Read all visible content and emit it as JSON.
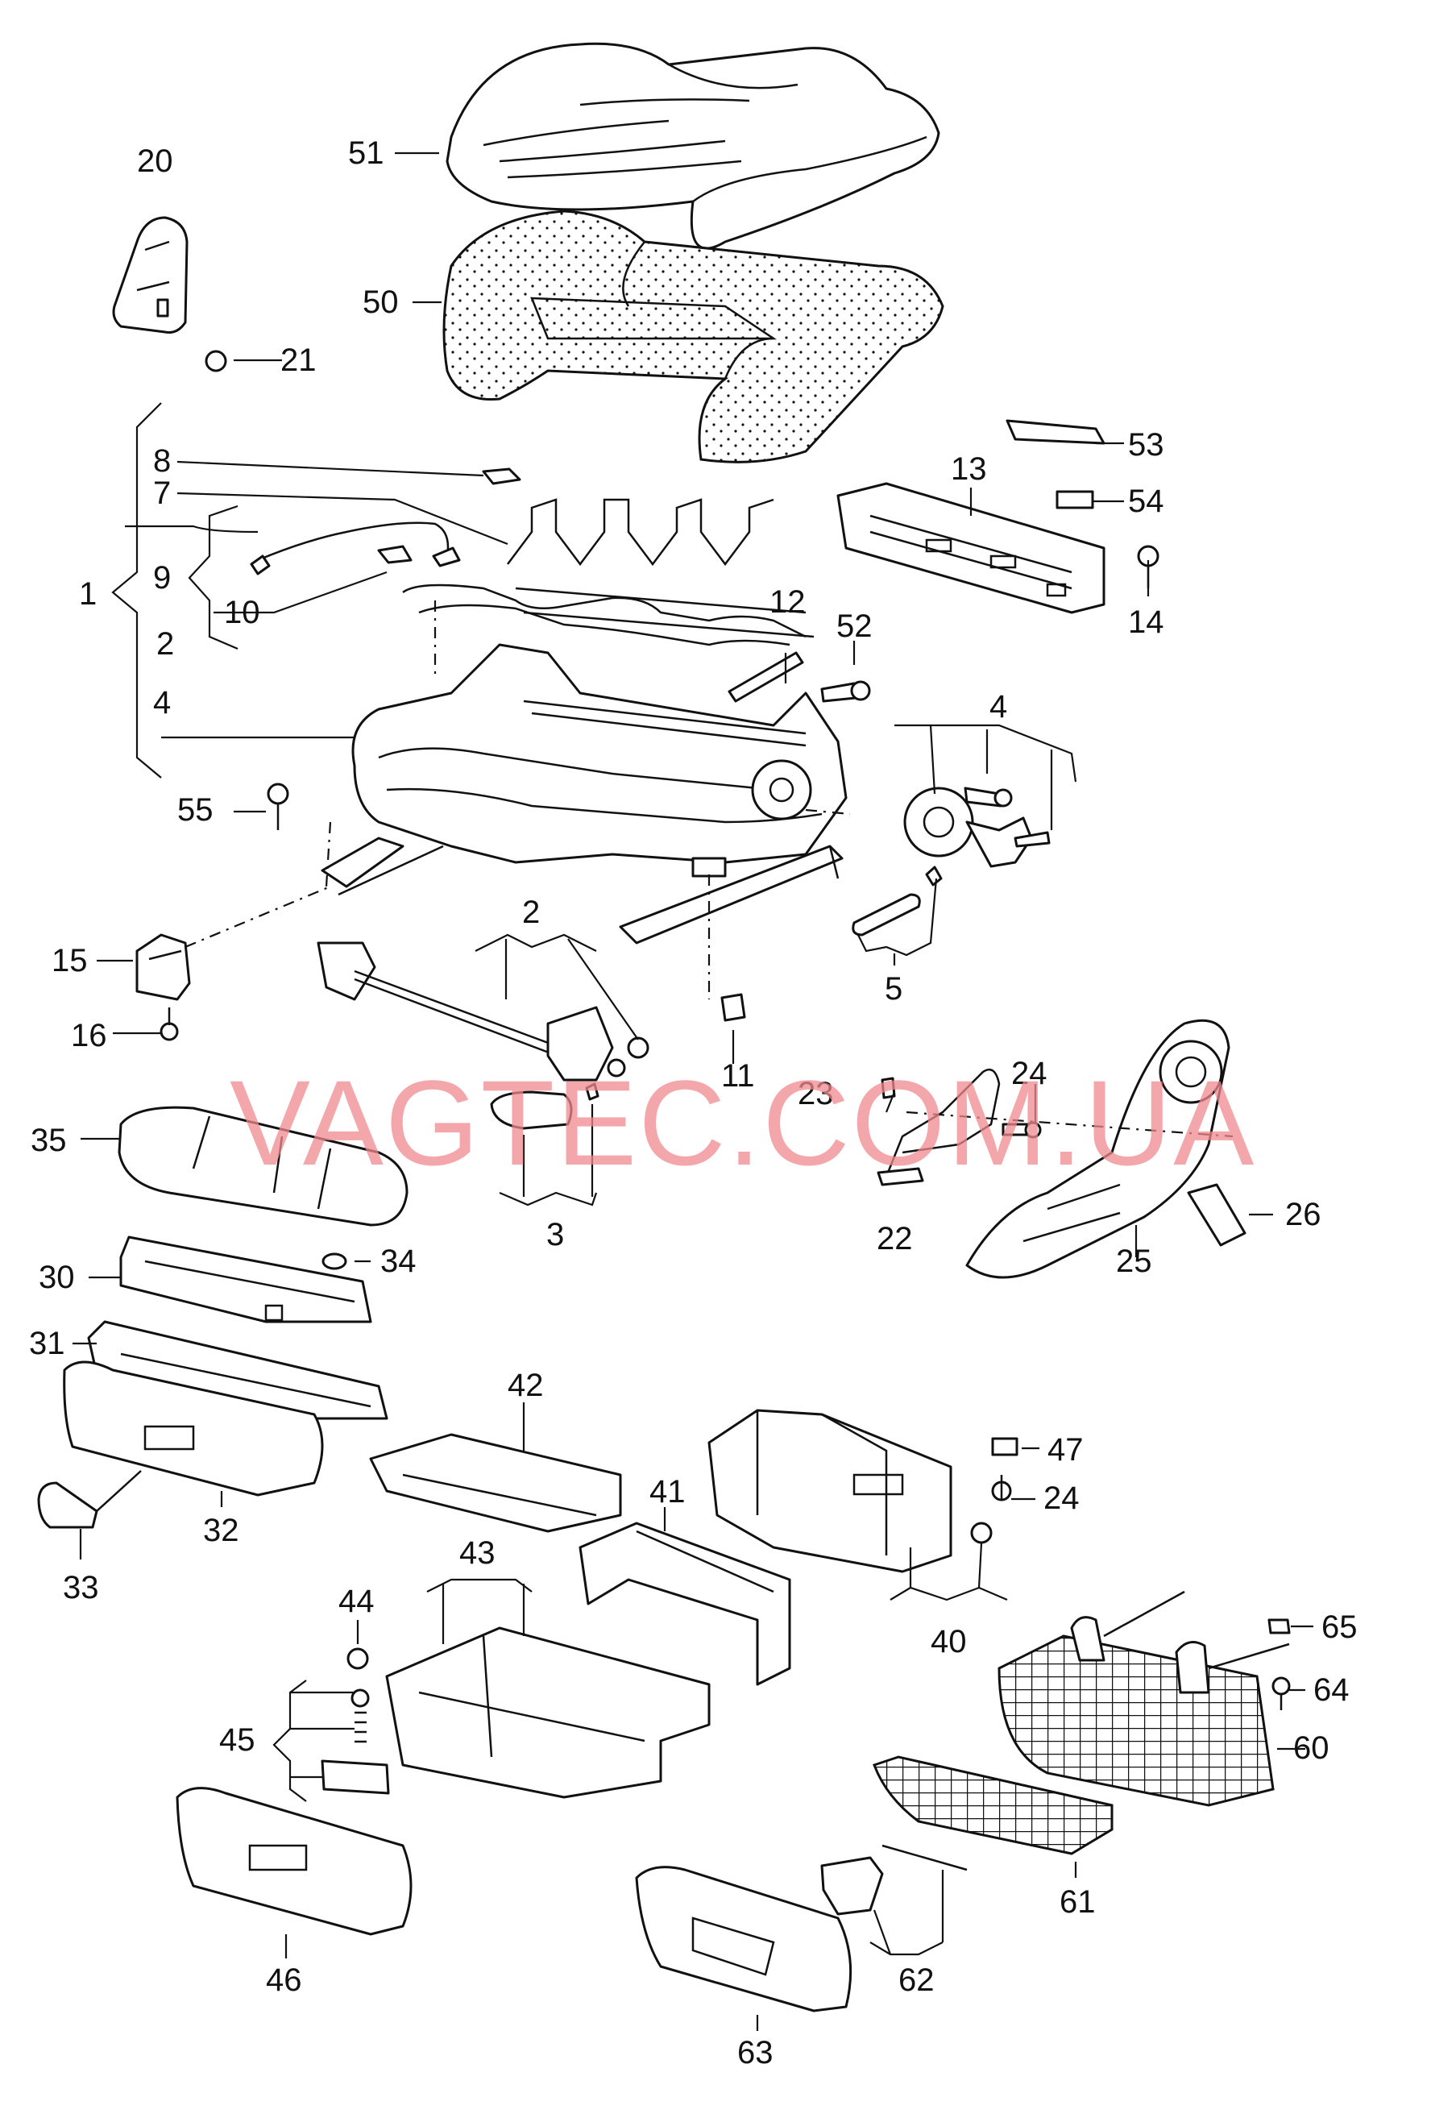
{
  "watermark": "VAGTEC.COM.UA",
  "labels": {
    "l1": "1",
    "l2a": "2",
    "l2b": "2",
    "l3": "3",
    "l4a": "4",
    "l4b": "4",
    "l5": "5",
    "l7": "7",
    "l8": "8",
    "l9": "9",
    "l10": "10",
    "l11": "11",
    "l12": "12",
    "l13": "13",
    "l14": "14",
    "l15": "15",
    "l16": "16",
    "l20": "20",
    "l21": "21",
    "l22": "22",
    "l23": "23",
    "l24a": "24",
    "l24b": "24",
    "l25": "25",
    "l26": "26",
    "l30": "30",
    "l31": "31",
    "l32": "32",
    "l33": "33",
    "l34": "34",
    "l35": "35",
    "l40": "40",
    "l41": "41",
    "l42": "42",
    "l43": "43",
    "l44": "44",
    "l45": "45",
    "l46": "46",
    "l47": "47",
    "l50": "50",
    "l51": "51",
    "l52": "52",
    "l53": "53",
    "l54": "54",
    "l55": "55",
    "l60": "60",
    "l61": "61",
    "l62": "62",
    "l63": "63",
    "l64": "64",
    "l65": "65"
  }
}
